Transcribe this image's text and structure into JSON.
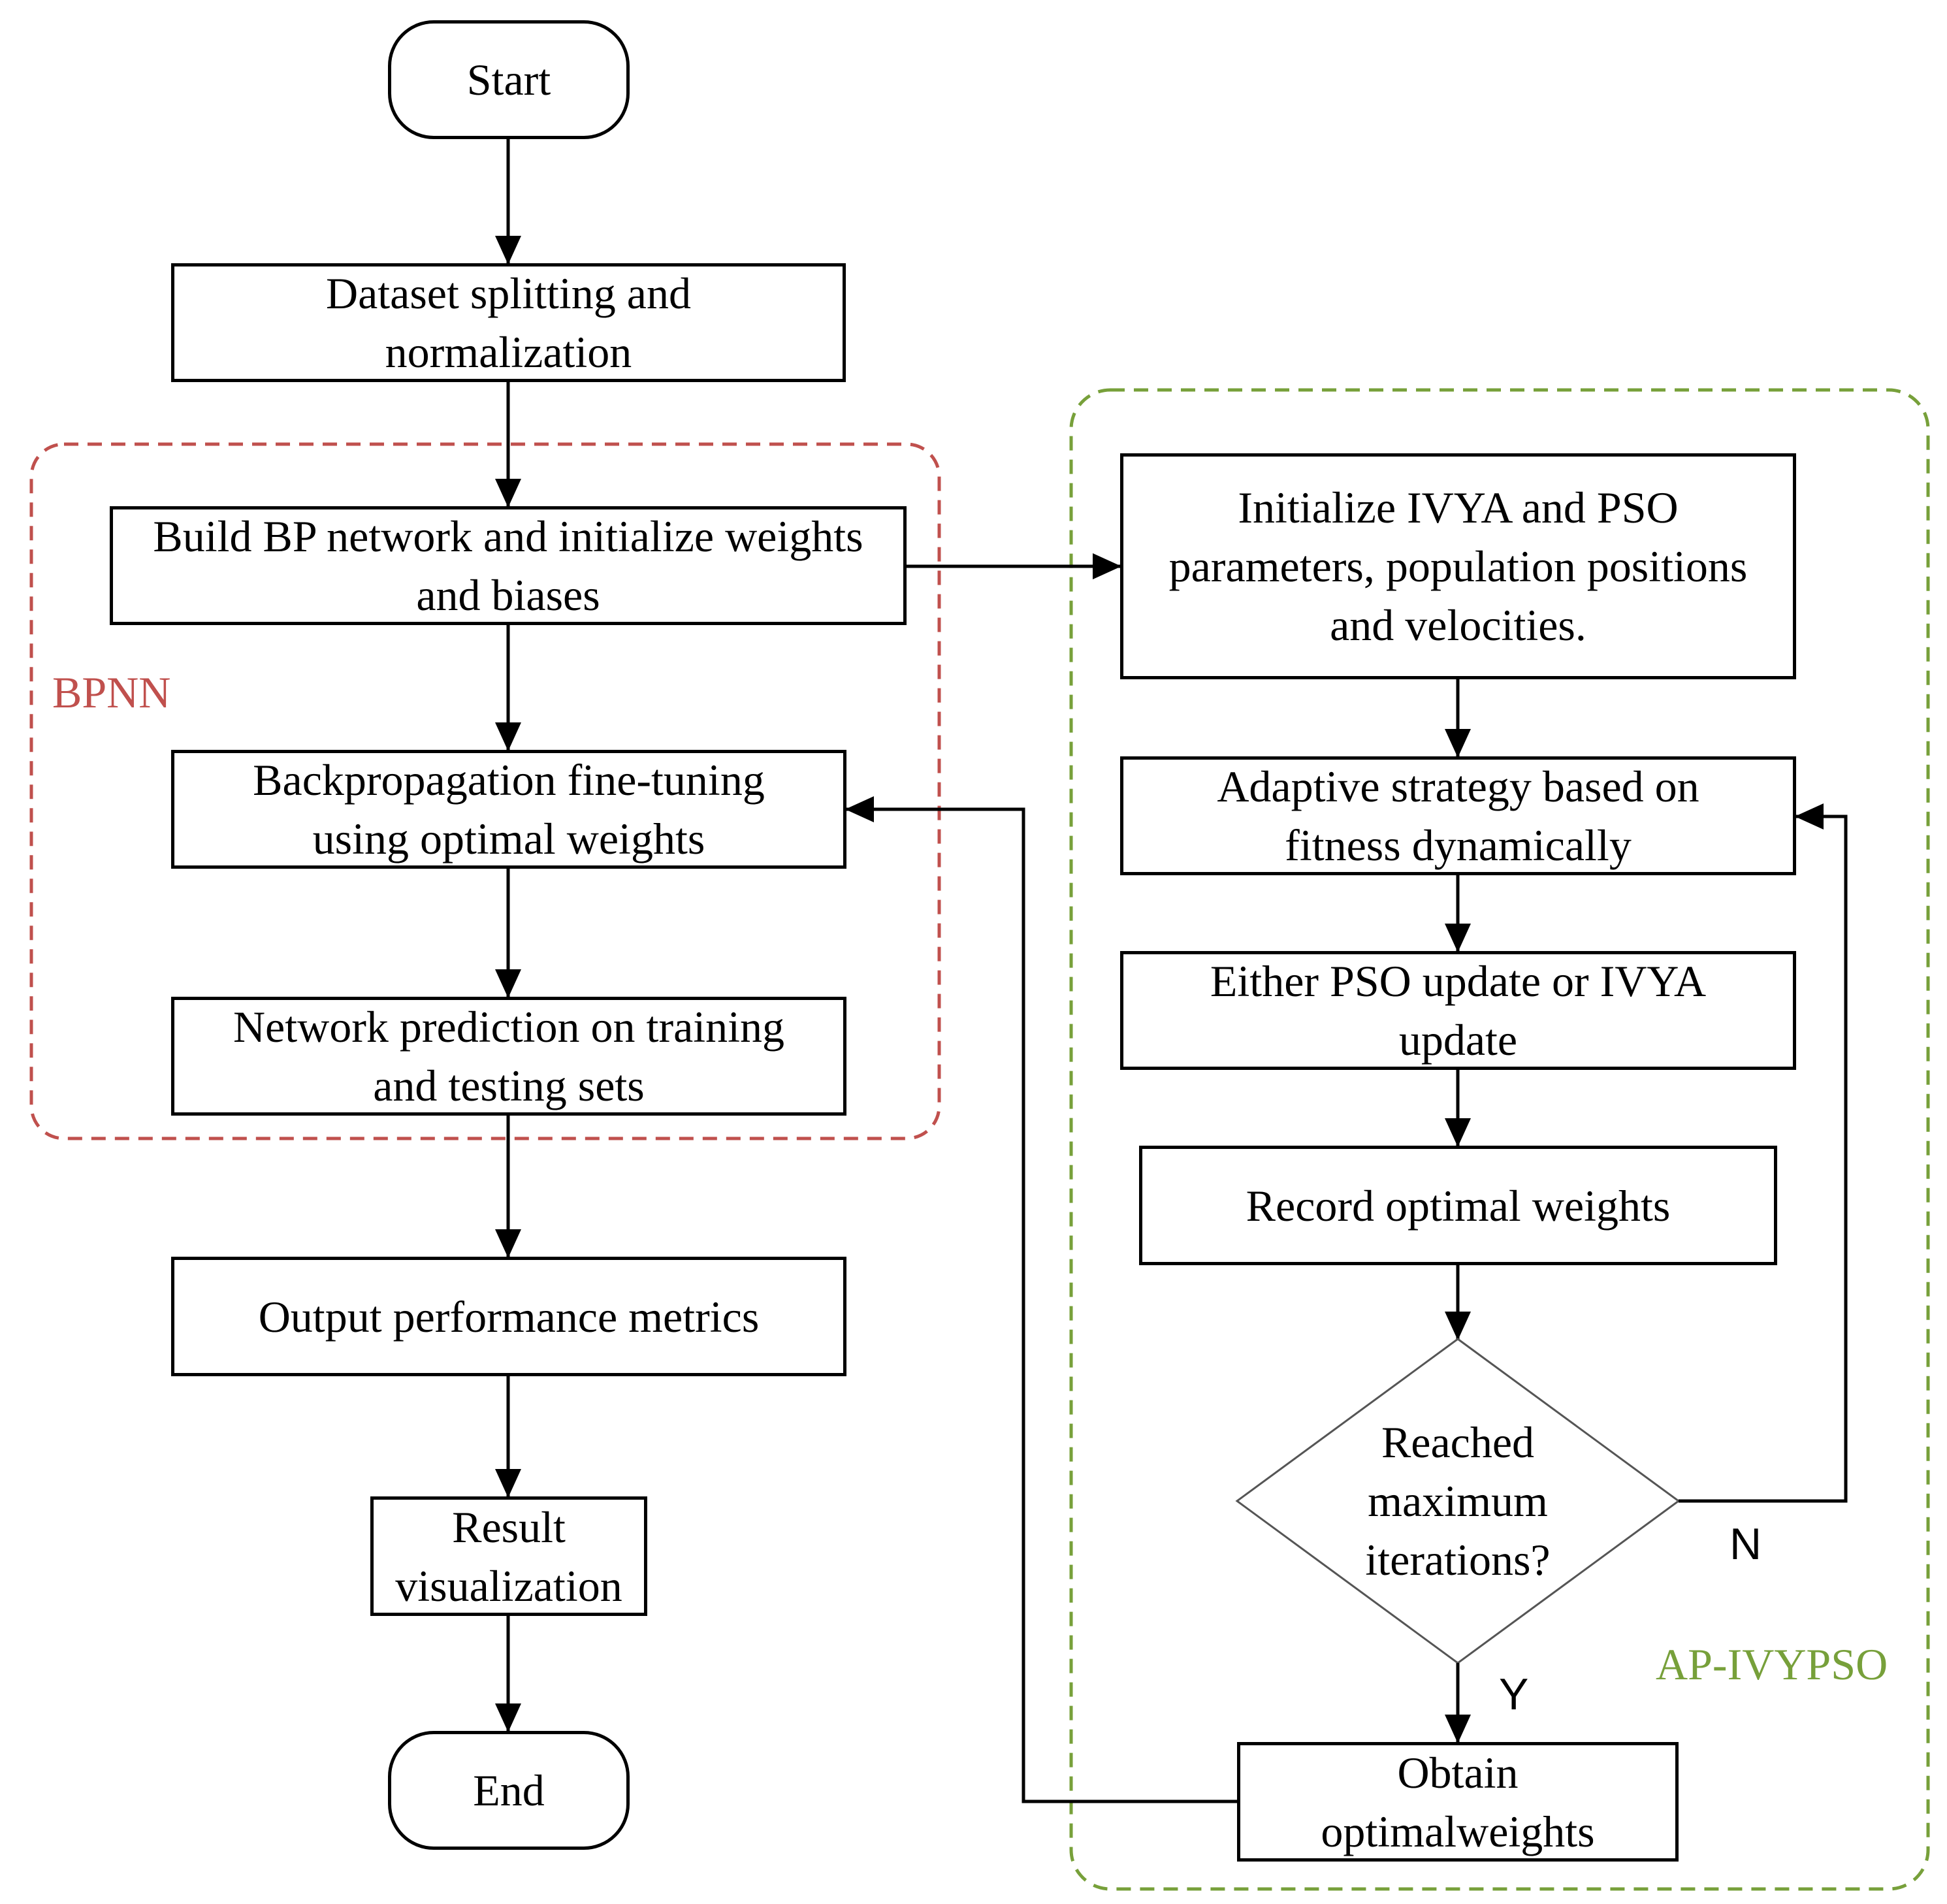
{
  "colors": {
    "line": "#000000",
    "bpnn_group": "#c0504d",
    "apivypso_group": "#77a03a"
  },
  "nodes": {
    "start": "Start",
    "dataset": "Dataset splitting and\nnormalization",
    "build": "Build BP network and initialize weights\nand biases",
    "backprop": "Backpropagation fine-tuning\nusing optimal weights",
    "predict": "Network prediction on training\nand testing sets",
    "output": "Output performance metrics",
    "result": "Result\nvisualization",
    "end": "End",
    "init": "Initialize  IVYA and PSO\nparameters, population positions\nand velocities.",
    "adaptive": "Adaptive strategy based on\nfitness dynamically",
    "either": "Either PSO update or IVYA\nupdate",
    "record": "Record optimal weights",
    "decision": "Reached\nmaximum\niterations?",
    "obtain": "Obtain\noptimalweights"
  },
  "groups": {
    "bpnn": "BPNN",
    "apivypso": "AP-IVYPSO"
  },
  "edge_labels": {
    "no": "N",
    "yes": "Y"
  }
}
